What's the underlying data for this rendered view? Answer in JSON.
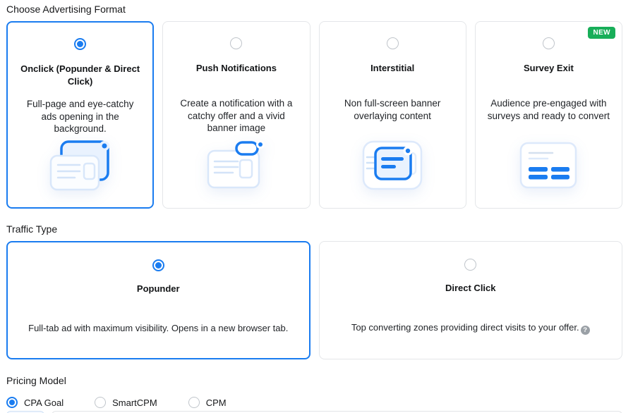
{
  "colors": {
    "accent_blue": "#1a7cf0",
    "badge_green": "#18ae59",
    "icon_light_blue": "#d9e7fa"
  },
  "sections": {
    "format": {
      "label": "Choose Advertising Format",
      "cards": [
        {
          "title": "Onclick (Popunder & Direct Click)",
          "description": "Full-page and eye-catchy ads opening in the background.",
          "selected": true,
          "icon": "onclick-windows-icon"
        },
        {
          "title": "Push Notifications",
          "description": "Create a notification with a catchy offer and a vivid banner image",
          "selected": false,
          "icon": "push-notification-icon"
        },
        {
          "title": "Interstitial",
          "description": "Non full-screen banner overlaying content",
          "selected": false,
          "icon": "interstitial-banner-icon"
        },
        {
          "title": "Survey Exit",
          "description": "Audience pre-engaged with surveys and ready to convert",
          "selected": false,
          "badge": "NEW",
          "icon": "survey-exit-icon"
        }
      ]
    },
    "traffic": {
      "label": "Traffic Type",
      "cards": [
        {
          "title": "Popunder",
          "description": "Full-tab ad with maximum visibility. Opens in a new browser tab.",
          "selected": true
        },
        {
          "title": "Direct Click",
          "description": "Top converting zones providing direct visits to your offer.",
          "selected": false,
          "help_glyph": "?"
        }
      ]
    },
    "pricing": {
      "label": "Pricing Model",
      "options": [
        {
          "label": "CPA Goal",
          "selected": true
        },
        {
          "label": "SmartCPM",
          "selected": false
        },
        {
          "label": "CPM",
          "selected": false
        }
      ]
    }
  }
}
